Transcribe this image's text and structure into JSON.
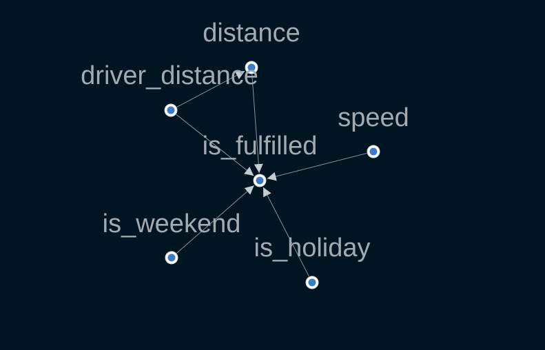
{
  "graph": {
    "nodes": [
      {
        "id": "distance",
        "label": "distance"
      },
      {
        "id": "driver_distance",
        "label": "driver_distance"
      },
      {
        "id": "speed",
        "label": "speed"
      },
      {
        "id": "is_fulfilled",
        "label": "is_fulfilled"
      },
      {
        "id": "is_weekend",
        "label": "is_weekend"
      },
      {
        "id": "is_holiday",
        "label": "is_holiday"
      }
    ],
    "edges": [
      {
        "source": "driver_distance",
        "target": "distance"
      },
      {
        "source": "driver_distance",
        "target": "is_fulfilled"
      },
      {
        "source": "distance",
        "target": "is_fulfilled"
      },
      {
        "source": "speed",
        "target": "is_fulfilled"
      },
      {
        "source": "is_weekend",
        "target": "is_fulfilled"
      },
      {
        "source": "is_holiday",
        "target": "is_fulfilled"
      }
    ]
  },
  "colors": {
    "background": "#011421",
    "edge": "#8a939b",
    "arrowhead": "#c4ccd2",
    "node_fill": "#3e7bc4",
    "node_ring": "#ffffff",
    "label": "#a3abb2"
  }
}
